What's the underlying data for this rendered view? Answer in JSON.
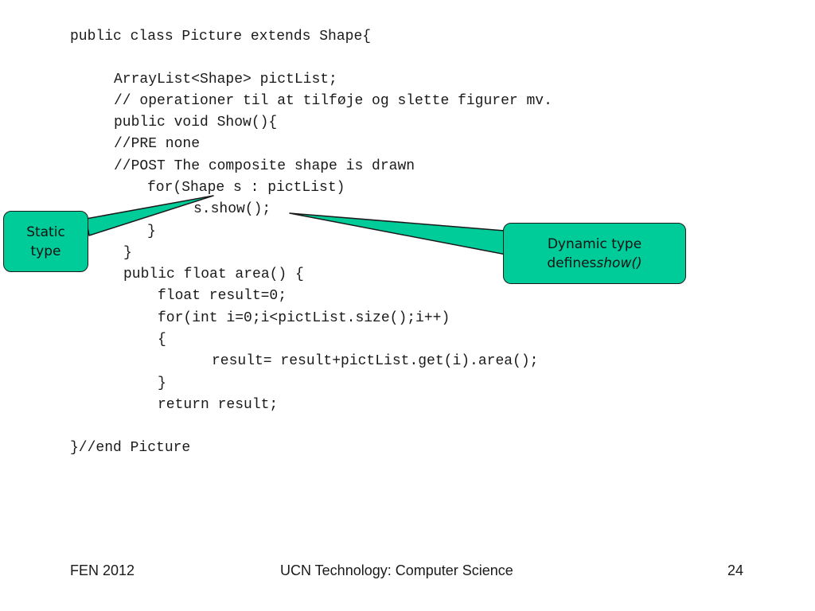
{
  "code": {
    "lines": [
      "public class Picture extends Shape{",
      "ArrayList<Shape> pictList;",
      "// operationer til at tilføje og slette figurer mv.",
      "public void Show(){",
      "//PRE none",
      "//POST The composite shape is drawn",
      "for(Shape s : pictList)",
      "s.show();",
      "}",
      "}",
      "public float area() {",
      "float result=0;",
      "for(int i=0;i<pictList.size();i++)",
      "{",
      "result= result+pictList.get(i).area();",
      "}",
      "return result;",
      "}//end Picture"
    ]
  },
  "callouts": {
    "static": {
      "line1": "Static",
      "line2": "type"
    },
    "dynamic": {
      "line1": "Dynamic type",
      "line2_prefix": "defines",
      "line2_italic": "show()"
    }
  },
  "colors": {
    "callout_fill": "#00cc99",
    "callout_border": "#1a1a1a",
    "text": "#1a1a1a"
  },
  "footer": {
    "left": "FEN 2012",
    "center": "UCN Technology: Computer Science",
    "page_number": "24"
  }
}
